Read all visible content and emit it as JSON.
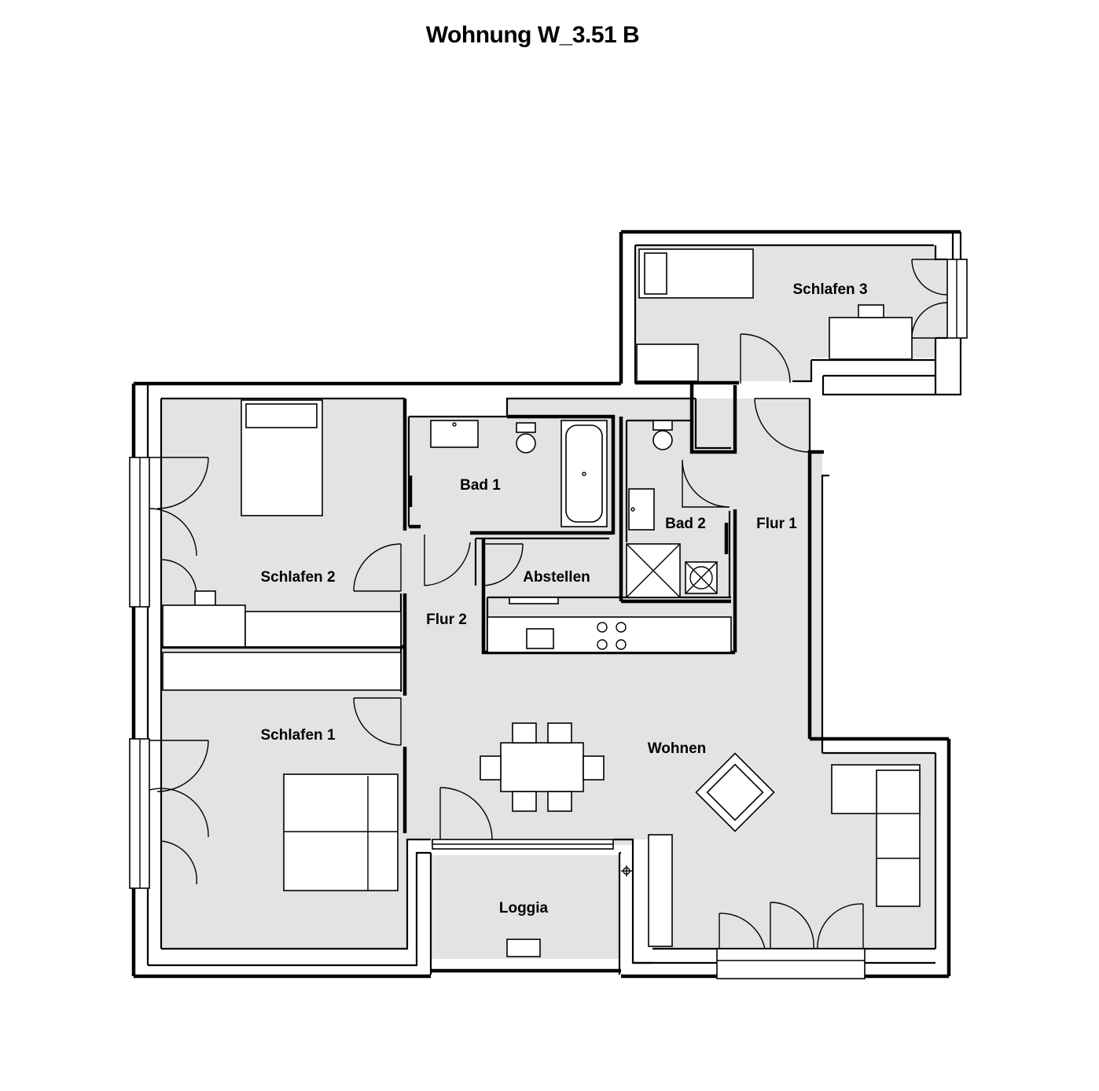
{
  "title": "Wohnung W_3.51  B",
  "rooms": {
    "schlafen3": "Schlafen 3",
    "schlafen2": "Schlafen 2",
    "schlafen1": "Schlafen 1",
    "bad1": "Bad 1",
    "bad2": "Bad 2",
    "abstellen": "Abstellen",
    "flur1": "Flur 1",
    "flur2": "Flur 2",
    "wohnen": "Wohnen",
    "loggia": "Loggia"
  },
  "colors": {
    "floor": "#e3e3e3",
    "wall": "#000000",
    "background": "#ffffff"
  }
}
